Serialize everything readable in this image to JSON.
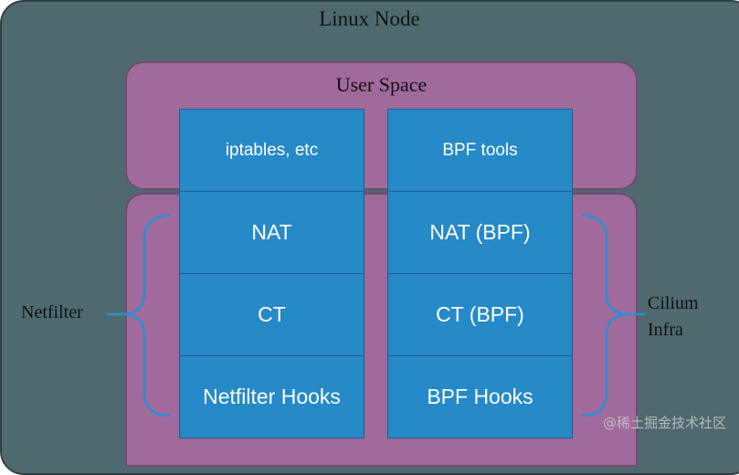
{
  "diagram": {
    "node_title": "Linux Node",
    "user_space_title": "User Space",
    "left_column": [
      "iptables, etc",
      "NAT",
      "CT",
      "Netfilter Hooks"
    ],
    "right_column": [
      "BPF tools",
      "NAT (BPF)",
      "CT (BPF)",
      "BPF Hooks"
    ],
    "netfilter_label": "Netfilter",
    "cilium_label_line1": "Cilium",
    "cilium_label_line2": "Infra",
    "watermark": "@稀土掘金技术社区"
  },
  "colors": {
    "node_bg": "#4f6a6e",
    "panel": "#a06a9c",
    "box": "#2689c8",
    "brace": "#2a8fd0"
  }
}
